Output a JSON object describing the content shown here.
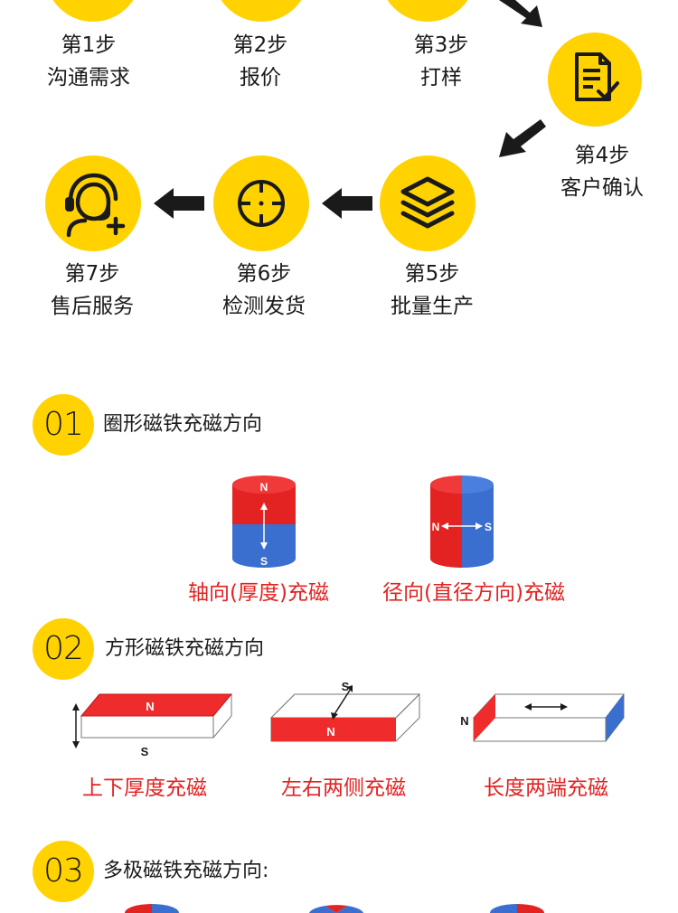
{
  "steps": [
    {
      "num": "第1步",
      "name": "沟通需求",
      "icon": "chat-icon"
    },
    {
      "num": "第2步",
      "name": "报价",
      "icon": "price-icon"
    },
    {
      "num": "第3步",
      "name": "打样",
      "icon": "sample-icon"
    },
    {
      "num": "第4步",
      "name": "客户确认",
      "icon": "document-check-icon"
    },
    {
      "num": "第5步",
      "name": "批量生产",
      "icon": "layers-icon"
    },
    {
      "num": "第6步",
      "name": "检测发货",
      "icon": "crosshair-icon"
    },
    {
      "num": "第7步",
      "name": "售后服务",
      "icon": "support-headset-icon"
    }
  ],
  "sections": [
    {
      "badge": "01",
      "title": "圈形磁铁充磁方向",
      "captions": [
        "轴向(厚度)充磁",
        "径向(直径方向)充磁"
      ]
    },
    {
      "badge": "02",
      "title": "方形磁铁充磁方向",
      "captions": [
        "上下厚度充磁",
        "左右两侧充磁",
        "长度两端充磁"
      ]
    },
    {
      "badge": "03",
      "title": "多极磁铁充磁方向:"
    }
  ],
  "pole_labels": {
    "north": "N",
    "south": "S"
  },
  "colors": {
    "accent_yellow": "#ffd200",
    "red": "#e32222",
    "blue": "#3a6fd0",
    "dark": "#1a1a1a"
  }
}
